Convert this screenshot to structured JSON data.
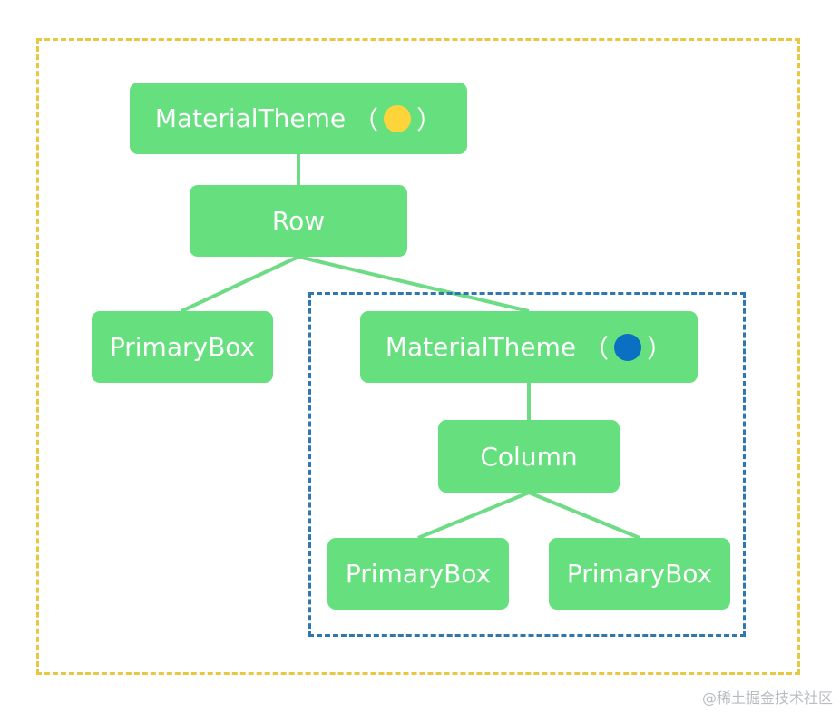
{
  "colors": {
    "node_fill": "#66e07e",
    "link": "#6edb85",
    "outer_frame": "#e8c842",
    "inner_frame": "#2f77b0",
    "theme_dot_yellow": "#fdd439",
    "theme_dot_blue": "#0b6fc2",
    "text": "#ffffff"
  },
  "nodes": {
    "outer_theme": {
      "label": "MaterialTheme",
      "open_paren": "（",
      "close_paren": "）",
      "dot_color": "yellow"
    },
    "row": {
      "label": "Row"
    },
    "primary_box_left": {
      "label": "PrimaryBox"
    },
    "inner_theme": {
      "label": "MaterialTheme",
      "open_paren": "（",
      "close_paren": "）",
      "dot_color": "blue"
    },
    "column": {
      "label": "Column"
    },
    "primary_box_bottom_left": {
      "label": "PrimaryBox"
    },
    "primary_box_bottom_right": {
      "label": "PrimaryBox"
    }
  },
  "watermark": "@稀土掘金技术社区"
}
